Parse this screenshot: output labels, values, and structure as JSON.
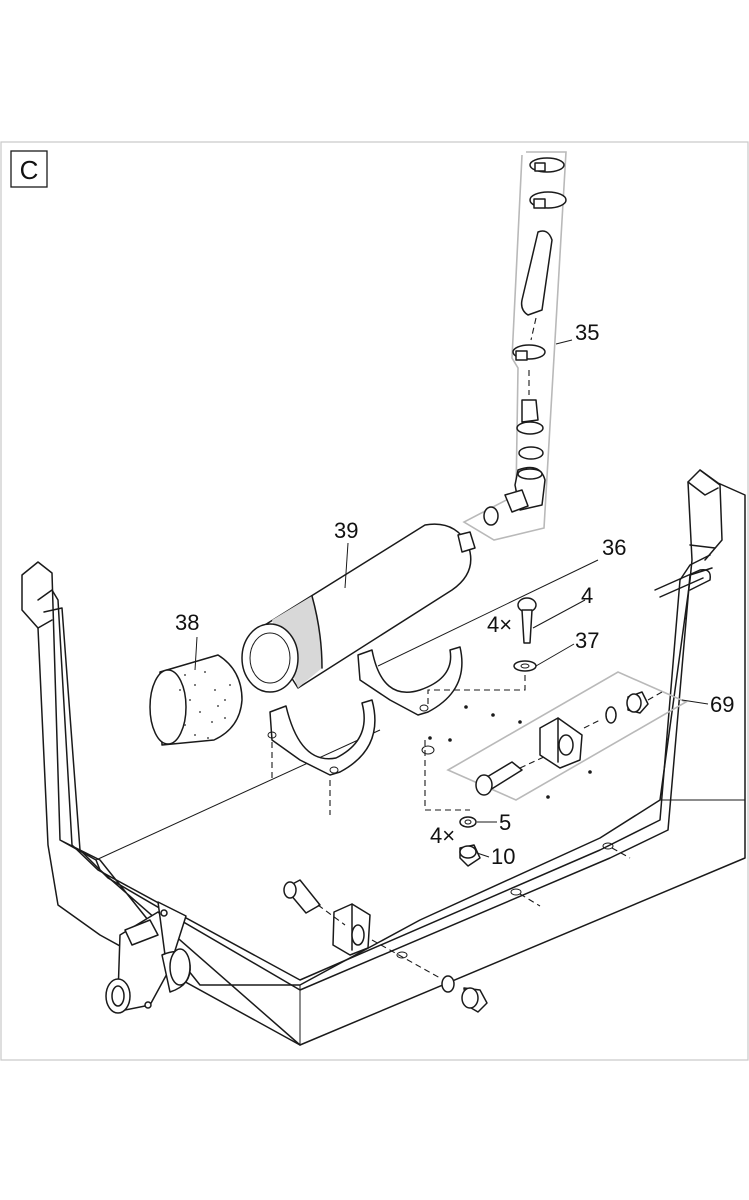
{
  "panel": {
    "letter": "C"
  },
  "callouts": [
    {
      "id": "35",
      "text": "35"
    },
    {
      "id": "39",
      "text": "39"
    },
    {
      "id": "36",
      "text": "36"
    },
    {
      "id": "38",
      "text": "38"
    },
    {
      "id": "4",
      "text": "4",
      "qty": "4×"
    },
    {
      "id": "37",
      "text": "37"
    },
    {
      "id": "69",
      "text": "69"
    },
    {
      "id": "5",
      "text": "5"
    },
    {
      "id": "10",
      "text": "10",
      "qty": "4×"
    }
  ]
}
